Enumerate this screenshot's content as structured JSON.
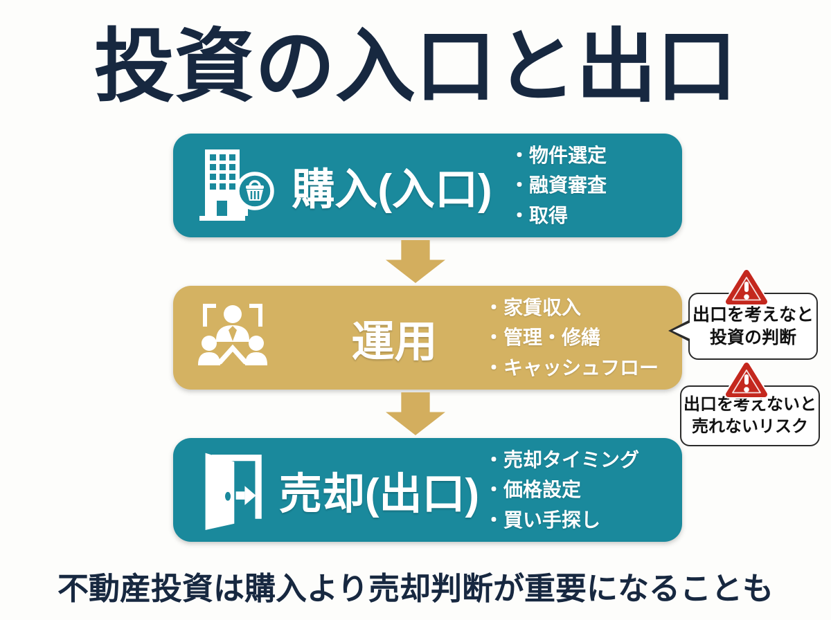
{
  "title": "投資の入口と出口",
  "footer": "不動産投資は購入より売却判断が重要になることも",
  "colors": {
    "teal": "#1a899c",
    "gold": "#d4b262",
    "navy": "#172840",
    "warning_red": "#c4281e",
    "text_on_box": "#ffffff"
  },
  "flow": {
    "steps": [
      {
        "id": "purchase",
        "icon": "building-basket-icon",
        "label": "購入(入口)",
        "bullets": [
          "・物件選定",
          "・融資審査",
          "・取得"
        ],
        "color": "#1a899c"
      },
      {
        "id": "operation",
        "icon": "people-management-icon",
        "label": "運用",
        "bullets": [
          "・家賃収入",
          "・管理・修繕",
          "・キャッシュフロー"
        ],
        "color": "#d4b262"
      },
      {
        "id": "sale",
        "icon": "exit-door-icon",
        "label": "売却(出口)",
        "bullets": [
          "・売却タイミング",
          "・価格設定",
          "・買い手探し"
        ],
        "color": "#1a899c"
      }
    ],
    "arrow_icon": "down-arrow-icon",
    "arrow_color": "#d3ae5e"
  },
  "callouts": [
    {
      "icon": "warning-icon",
      "lines": [
        "出口を考えなと",
        "投資の判断"
      ],
      "has_tail": true
    },
    {
      "icon": "warning-icon",
      "lines": [
        "出口を考えないと",
        "売れないリスク"
      ],
      "has_tail": false
    }
  ]
}
